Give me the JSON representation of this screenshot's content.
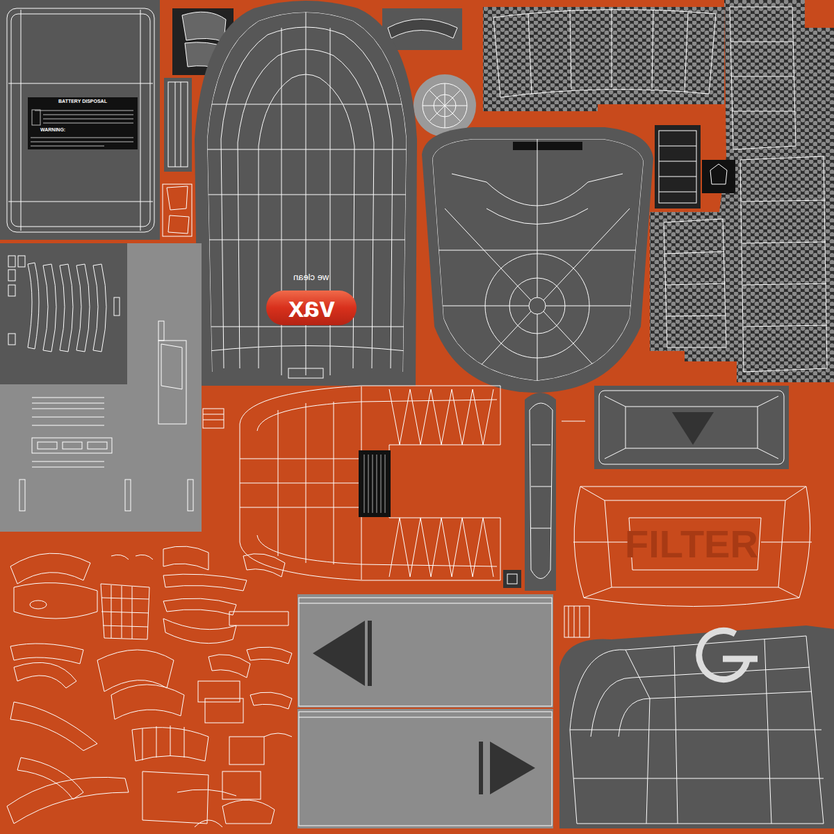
{
  "diagram": {
    "nodes": [
      {
        "text": [
          "BATTERY DISPOSAL",
          "WARNING:"
        ]
      },
      {
        "text": [
          "vax",
          "we clean"
        ]
      },
      {
        "text": [
          "FILTER"
        ]
      }
    ]
  }
}
